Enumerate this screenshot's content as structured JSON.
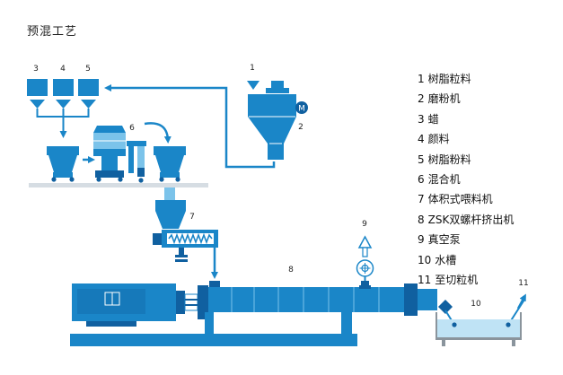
{
  "title": "预混工艺",
  "callouts": {
    "c1": "1",
    "c2": "2",
    "c3": "3",
    "c4": "4",
    "c5": "5",
    "c6": "6",
    "c7": "7",
    "c8": "8",
    "c9": "9",
    "c10": "10",
    "c11": "11",
    "motor": "M"
  },
  "legend": [
    {
      "num": "1",
      "label": "树脂粒料"
    },
    {
      "num": "2",
      "label": "磨粉机"
    },
    {
      "num": "3",
      "label": "蜡"
    },
    {
      "num": "4",
      "label": "颜料"
    },
    {
      "num": "5",
      "label": "树脂粉料"
    },
    {
      "num": "6",
      "label": "混合机"
    },
    {
      "num": "7",
      "label": "体积式喂料机"
    },
    {
      "num": "8",
      "label": "ZSK双螺杆挤出机"
    },
    {
      "num": "9",
      "label": "真空泵"
    },
    {
      "num": "10",
      "label": "水槽"
    },
    {
      "num": "11",
      "label": "至切粒机"
    }
  ],
  "colors": {
    "blue": "#1a86c8",
    "dark": "#1060a0",
    "light": "#7bc3ea",
    "water": "#bfe3f5",
    "rail": "#d6dde3",
    "steel": "#8a949c"
  }
}
